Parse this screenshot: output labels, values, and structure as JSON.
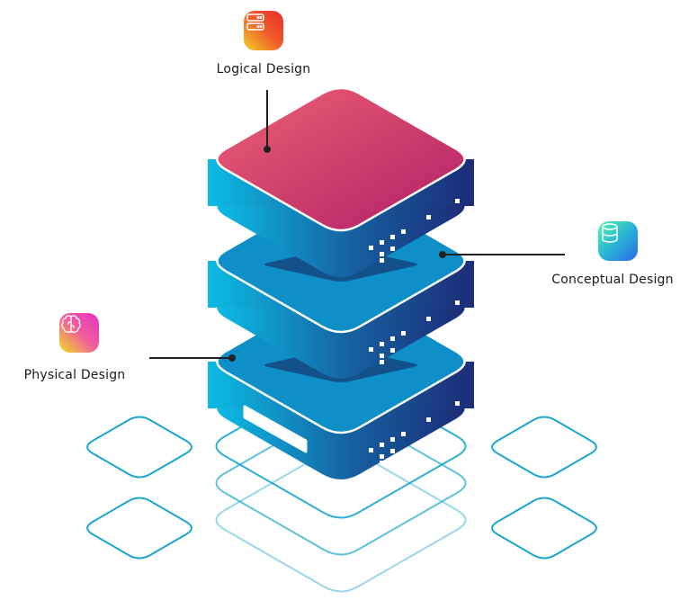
{
  "nodes": [
    {
      "id": "logical",
      "label": "Logical Design",
      "icon": "server-icon",
      "gradient": [
        "#f5d028",
        "#f0482a",
        "#ea2a2a"
      ]
    },
    {
      "id": "conceptual",
      "label": "Conceptual Design",
      "icon": "database-icon",
      "gradient": [
        "#4ff0b4",
        "#2bb0d8",
        "#2a6ee8"
      ]
    },
    {
      "id": "physical",
      "label": "Physical Design",
      "icon": "brain-icon",
      "gradient": [
        "#f0e020",
        "#f060a0",
        "#e830c8"
      ]
    }
  ],
  "colors": {
    "top_face": [
      "#e85a70",
      "#b82468"
    ],
    "side": [
      "#0bb8e0",
      "#1e2f7a"
    ],
    "outline": "#1aa6d0"
  }
}
